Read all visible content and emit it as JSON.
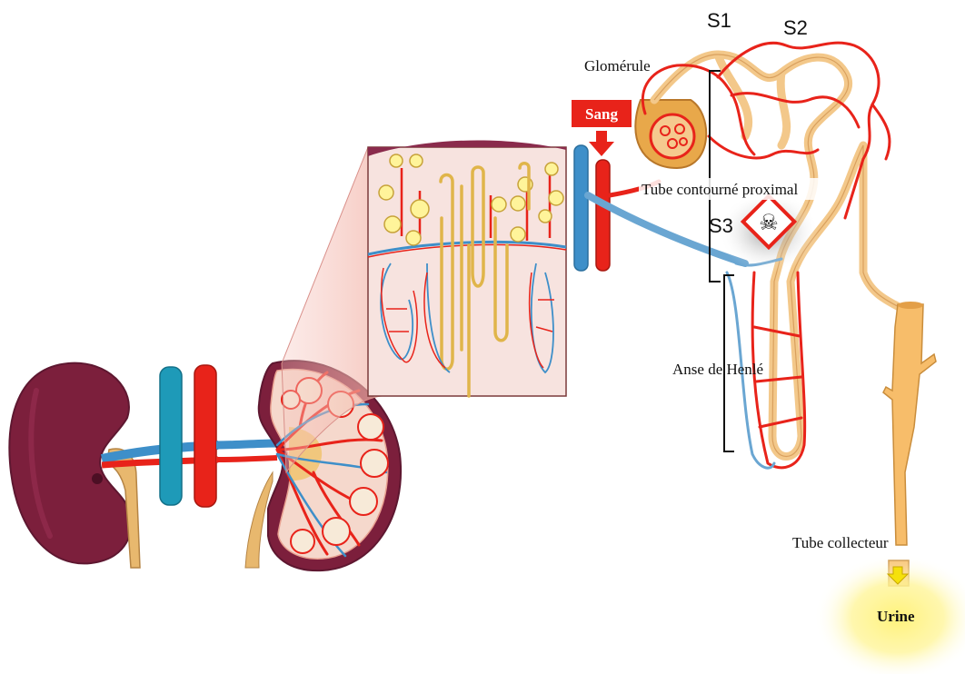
{
  "labels": {
    "glomerule": "Glomérule",
    "s1": "S1",
    "s2": "S2",
    "s3": "S3",
    "sang": "Sang",
    "tube_proximal": "Tube contourné proximal",
    "anse_henle": "Anse de Henlé",
    "tube_collecteur": "Tube collecteur",
    "urine": "Urine"
  },
  "colors": {
    "artery": "#e8231a",
    "vein": "#3e8fc9",
    "tubule": "#f3c88a",
    "kidney": "#7c1f3c",
    "ureter": "#e8b86e",
    "urine_glow": "#fff27a",
    "hazard": "#e8231a"
  },
  "icons": {
    "toxicity": "skull-crossbones-hazard-icon",
    "blood_flow": "down-arrow-icon",
    "urine_flow": "down-arrow-icon"
  }
}
